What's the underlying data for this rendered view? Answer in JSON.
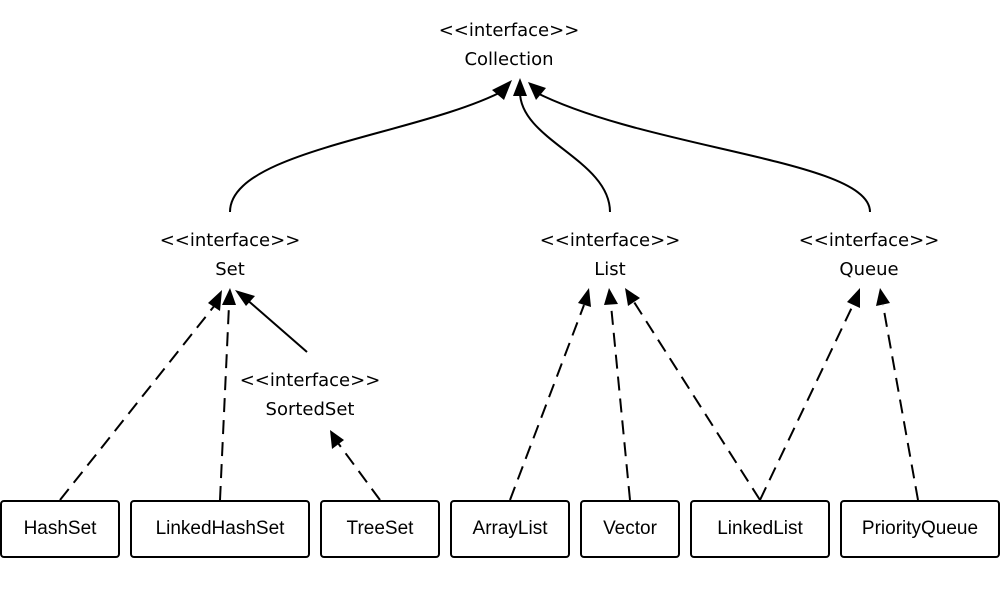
{
  "interfaces": {
    "collection": {
      "stereotype": "<<interface>>",
      "name": "Collection"
    },
    "set": {
      "stereotype": "<<interface>>",
      "name": "Set"
    },
    "list": {
      "stereotype": "<<interface>>",
      "name": "List"
    },
    "queue": {
      "stereotype": "<<interface>>",
      "name": "Queue"
    },
    "sorted_set": {
      "stereotype": "<<interface>>",
      "name": "SortedSet"
    }
  },
  "classes": {
    "hashset": "HashSet",
    "linkedhashset": "LinkedHashSet",
    "treeset": "TreeSet",
    "arraylist": "ArrayList",
    "vector": "Vector",
    "linkedlist": "LinkedList",
    "priorityqueue": "PriorityQueue"
  },
  "relationships": [
    {
      "from": "Set",
      "to": "Collection",
      "kind": "extends"
    },
    {
      "from": "List",
      "to": "Collection",
      "kind": "extends"
    },
    {
      "from": "Queue",
      "to": "Collection",
      "kind": "extends"
    },
    {
      "from": "SortedSet",
      "to": "Set",
      "kind": "extends"
    },
    {
      "from": "HashSet",
      "to": "Set",
      "kind": "implements"
    },
    {
      "from": "LinkedHashSet",
      "to": "Set",
      "kind": "implements"
    },
    {
      "from": "TreeSet",
      "to": "SortedSet",
      "kind": "implements"
    },
    {
      "from": "ArrayList",
      "to": "List",
      "kind": "implements"
    },
    {
      "from": "Vector",
      "to": "List",
      "kind": "implements"
    },
    {
      "from": "LinkedList",
      "to": "List",
      "kind": "implements"
    },
    {
      "from": "LinkedList",
      "to": "Queue",
      "kind": "implements"
    },
    {
      "from": "PriorityQueue",
      "to": "Queue",
      "kind": "implements"
    }
  ]
}
